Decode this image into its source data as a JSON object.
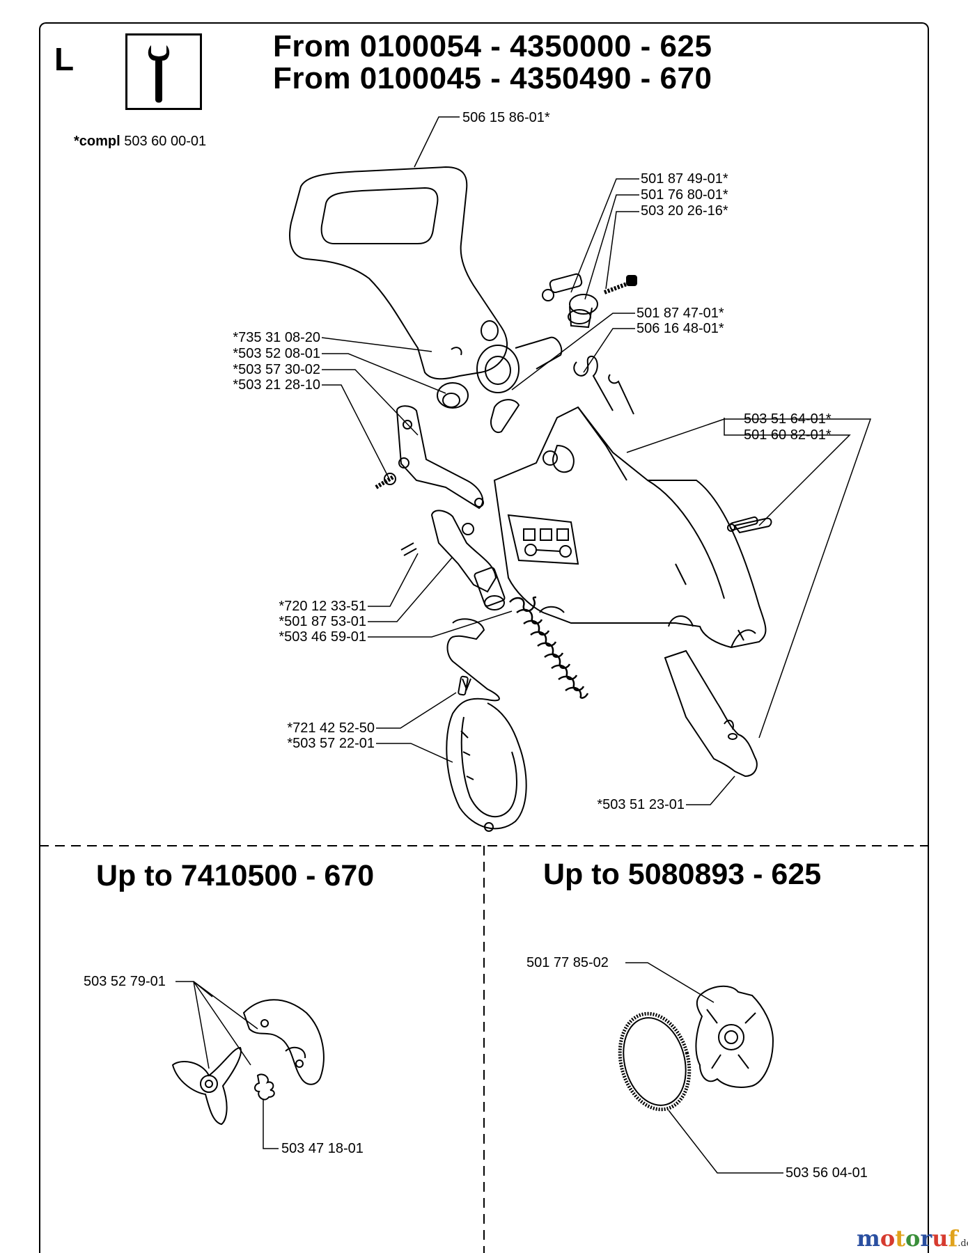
{
  "header": {
    "section_letter": "L",
    "tool_icon": "wrench-icon",
    "title_line1": "From 0100054 - 4350000 - 625",
    "title_line2": "From 0100045 - 4350490 - 670"
  },
  "note": {
    "bold": "*compl",
    "text": "503 60 00-01"
  },
  "main_parts": [
    "506 15 86-01*",
    "501 87 49-01*",
    "501 76 80-01*",
    "503 20 26-16*",
    "501 87 47-01*",
    "506 16 48-01*",
    "*735 31 08-20",
    "*503 52 08-01",
    "*503 57 30-02",
    "*503 21 28-10",
    "503 51 64-01*",
    "501 60 82-01*",
    "*720 12 33-51",
    "*501 87 53-01",
    "*503 46 59-01",
    "*721 42 52-50",
    "*503 57 22-01",
    "*503 51 23-01"
  ],
  "left_section": {
    "title": "Up to 7410500 - 670",
    "parts": [
      "503 52 79-01",
      "503 47 18-01"
    ]
  },
  "right_section": {
    "title": "Up to 5080893 - 625",
    "parts": [
      "501 77 85-02",
      "503 56 04-01"
    ]
  },
  "watermark": {
    "brand": "motoruf",
    "suffix": ".de",
    "colors": [
      "#2a4fa0",
      "#d63b2f",
      "#e0a21c",
      "#3a8f3a"
    ]
  }
}
